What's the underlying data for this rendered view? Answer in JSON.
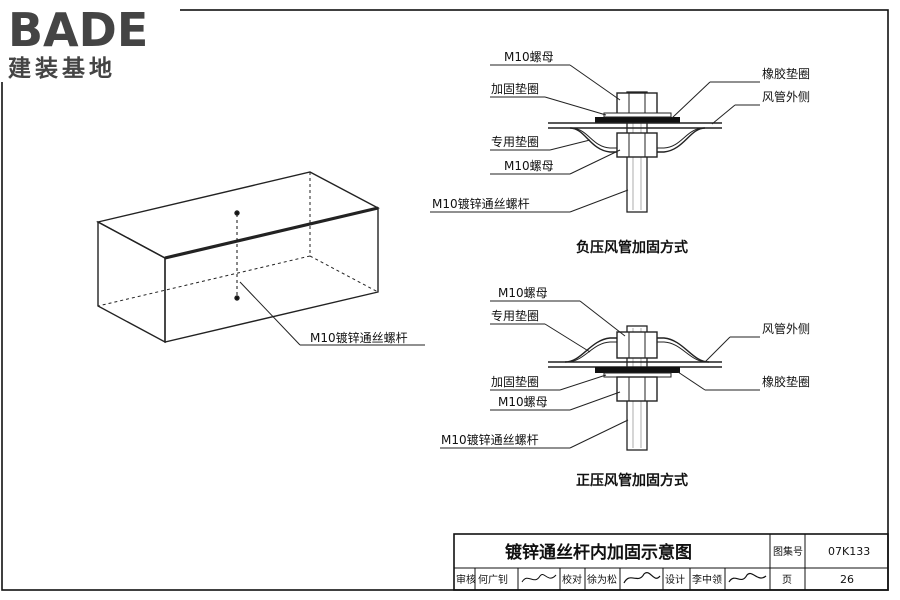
{
  "logo": {
    "brand": "BADE",
    "subtitle": "建装基地"
  },
  "box_label": "M10镀锌通丝螺杆",
  "negative_detail": {
    "caption": "负压风管加固方式",
    "labels": {
      "nut_top": "M10螺母",
      "reinforce_washer": "加固垫圈",
      "special_washer": "专用垫圈",
      "nut_bottom": "M10螺母",
      "rod": "M10镀锌通丝螺杆",
      "rubber_washer": "橡胶垫圈",
      "duct_outside": "风管外侧"
    }
  },
  "positive_detail": {
    "caption": "正压风管加固方式",
    "labels": {
      "nut_top": "M10螺母",
      "special_washer": "专用垫圈",
      "reinforce_washer": "加固垫圈",
      "nut_bottom": "M10螺母",
      "rod": "M10镀锌通丝螺杆",
      "duct_outside": "风管外侧",
      "rubber_washer": "橡胶垫圈"
    }
  },
  "title_block": {
    "title": "镀锌通丝杆内加固示意图",
    "atlas_label": "图集号",
    "atlas_no": "07K133",
    "review_label": "审核",
    "reviewer": "何广钊",
    "check_label": "校对",
    "checker": "徐为松",
    "design_label": "设计",
    "designer": "李中领",
    "page_label": "页",
    "page_no": "26"
  }
}
